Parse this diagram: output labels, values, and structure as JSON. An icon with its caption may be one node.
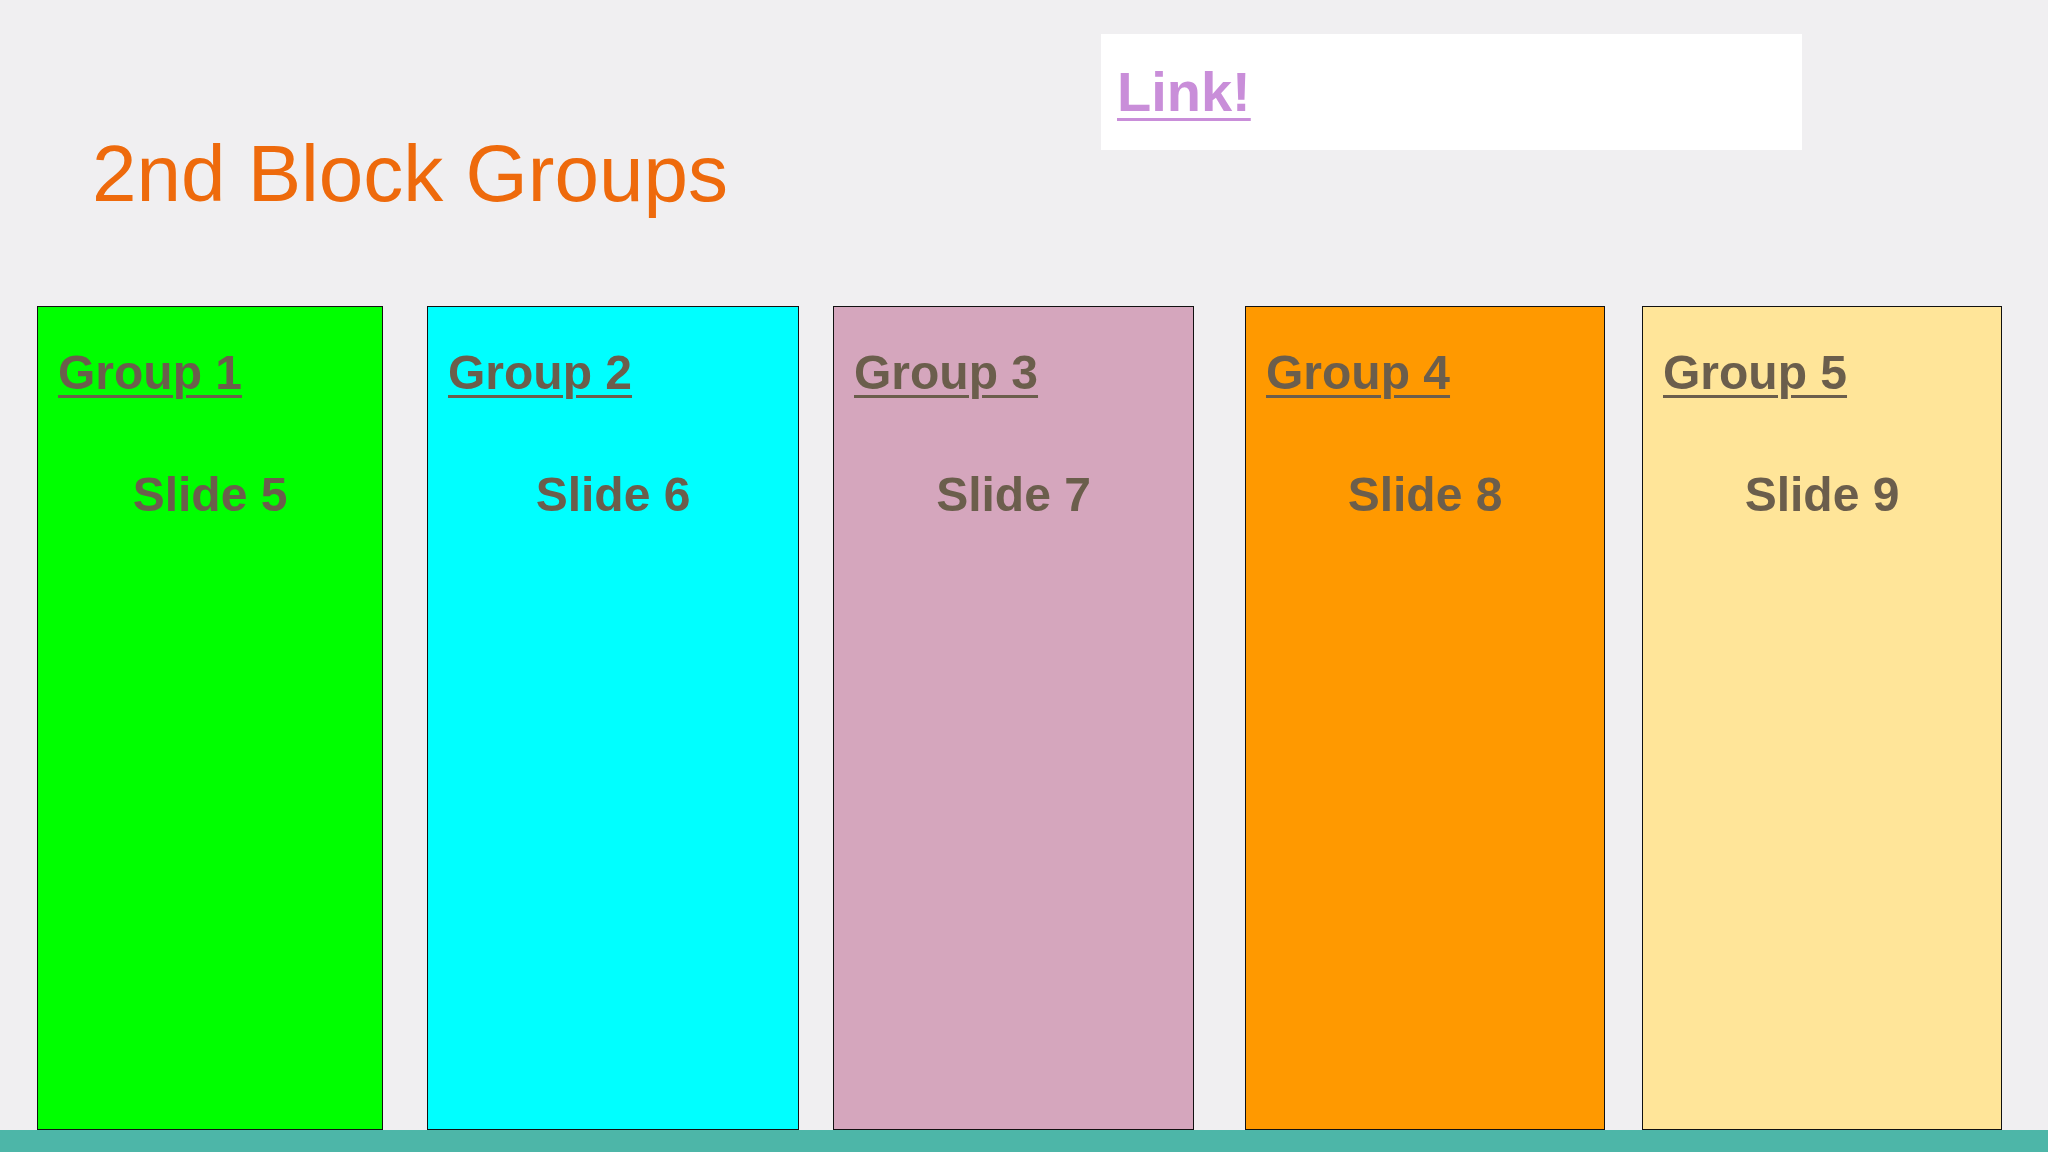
{
  "diagram": {
    "title": "2nd Block Groups",
    "nodes": [
      {
        "text": [
          "Link!"
        ]
      },
      {
        "text": [
          "Group 1",
          "Slide 5"
        ]
      },
      {
        "text": [
          "Group 2",
          "Slide 6"
        ]
      },
      {
        "text": [
          "Group 3",
          "Slide 7"
        ]
      },
      {
        "text": [
          "Group 4",
          "Slide 8"
        ]
      },
      {
        "text": [
          "Group 5",
          "Slide 9"
        ]
      }
    ]
  }
}
